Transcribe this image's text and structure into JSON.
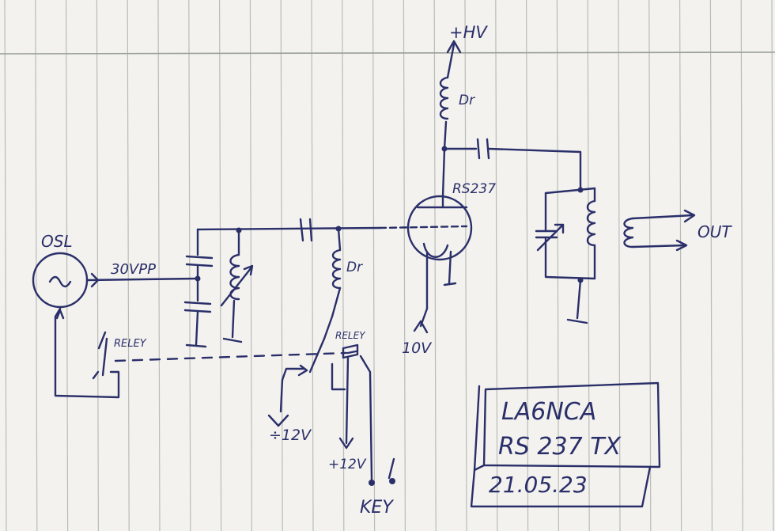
{
  "labels": {
    "hv_top": "+HV",
    "drop_top": "Dr",
    "tube": "RS237",
    "osc": "OSL",
    "drive": "30VPP",
    "relay_left": "RELEY",
    "drop_mid": "Dr",
    "relay_mid": "RELEY",
    "filament": "10V",
    "out": "OUT",
    "minus12": "÷12V",
    "plus12": "+12V",
    "key": "KEY"
  },
  "title_block": {
    "callsign": "LA6NCA",
    "name": "RS 237 TX",
    "date": "21.05.23"
  },
  "colors": {
    "paper": "#f3f2ee",
    "ink": "#2a2f6a",
    "grid_line": "#b9bcb7"
  }
}
